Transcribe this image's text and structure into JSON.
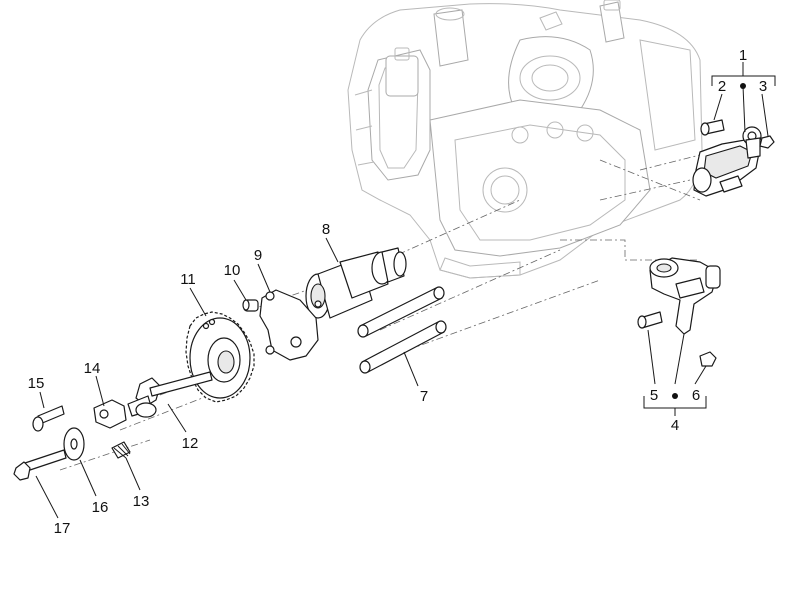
{
  "callouts": [
    {
      "id": "1",
      "label": "1"
    },
    {
      "id": "2",
      "label": "2"
    },
    {
      "id": "3",
      "label": "3"
    },
    {
      "id": "4",
      "label": "4"
    },
    {
      "id": "5",
      "label": "5"
    },
    {
      "id": "6",
      "label": "6"
    },
    {
      "id": "7",
      "label": "7"
    },
    {
      "id": "8",
      "label": "8"
    },
    {
      "id": "9",
      "label": "9"
    },
    {
      "id": "10",
      "label": "10"
    },
    {
      "id": "11",
      "label": "11"
    },
    {
      "id": "12",
      "label": "12"
    },
    {
      "id": "13",
      "label": "13"
    },
    {
      "id": "14",
      "label": "14"
    },
    {
      "id": "15",
      "label": "15"
    },
    {
      "id": "16",
      "label": "16"
    },
    {
      "id": "17",
      "label": "17"
    }
  ],
  "colors": {
    "line": "#1a1a1a",
    "ghost": "#b9b9b9",
    "background": "#ffffff"
  }
}
